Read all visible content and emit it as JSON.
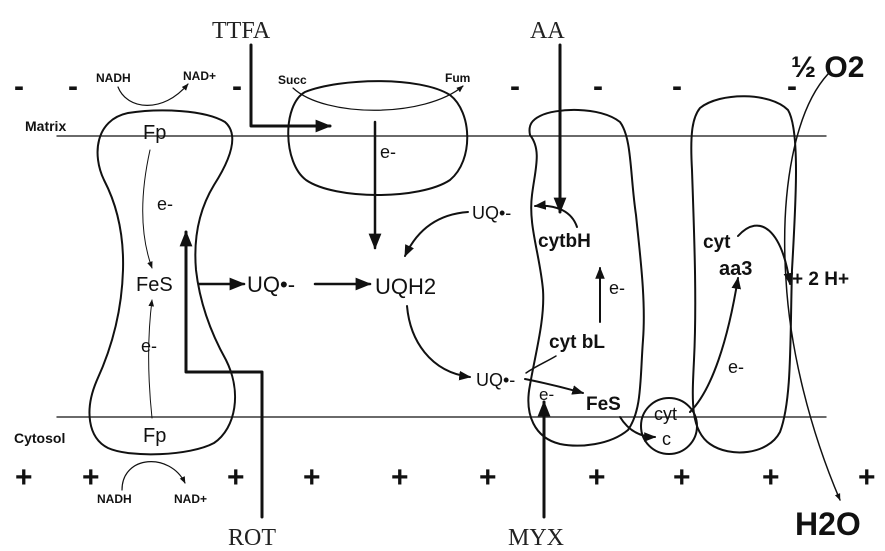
{
  "inhibitors": {
    "ttfa": "TTFA",
    "aa": "AA",
    "rot": "ROT",
    "myx": "MYX"
  },
  "compartments": {
    "matrix": "Matrix",
    "cytosol": "Cytosol"
  },
  "charges": {
    "negative": "-",
    "positive": "+"
  },
  "complex1": {
    "fp_top": "Fp",
    "fp_bottom": "Fp",
    "fes": "FeS",
    "electron_top": "e-",
    "electron_bottom": "e-",
    "nadh_top": "NADH",
    "nad_top": "NAD+",
    "nadh_bottom": "NADH",
    "nad_bottom": "NAD+"
  },
  "complex2": {
    "succ": "Succ",
    "fum": "Fum",
    "electron": "e-"
  },
  "quinones": {
    "uq_semiquinone": "UQ•-",
    "uqh2": "UQH2",
    "uq_top": "UQ•-",
    "uq_bottom": "UQ•-"
  },
  "complex3": {
    "cytb_h": "cytbH",
    "cyt_bl": "cyt bL",
    "fes": "FeS",
    "electron_right": "e-",
    "electron_bottom": "e-"
  },
  "cytochrome_c": {
    "line1": "cyt",
    "line2": "c"
  },
  "complex4": {
    "cyt": "cyt",
    "aa3": "aa3",
    "electron": "e-",
    "oxygen": "½ O2",
    "protons": "+ 2 H+",
    "water": "H2O"
  }
}
